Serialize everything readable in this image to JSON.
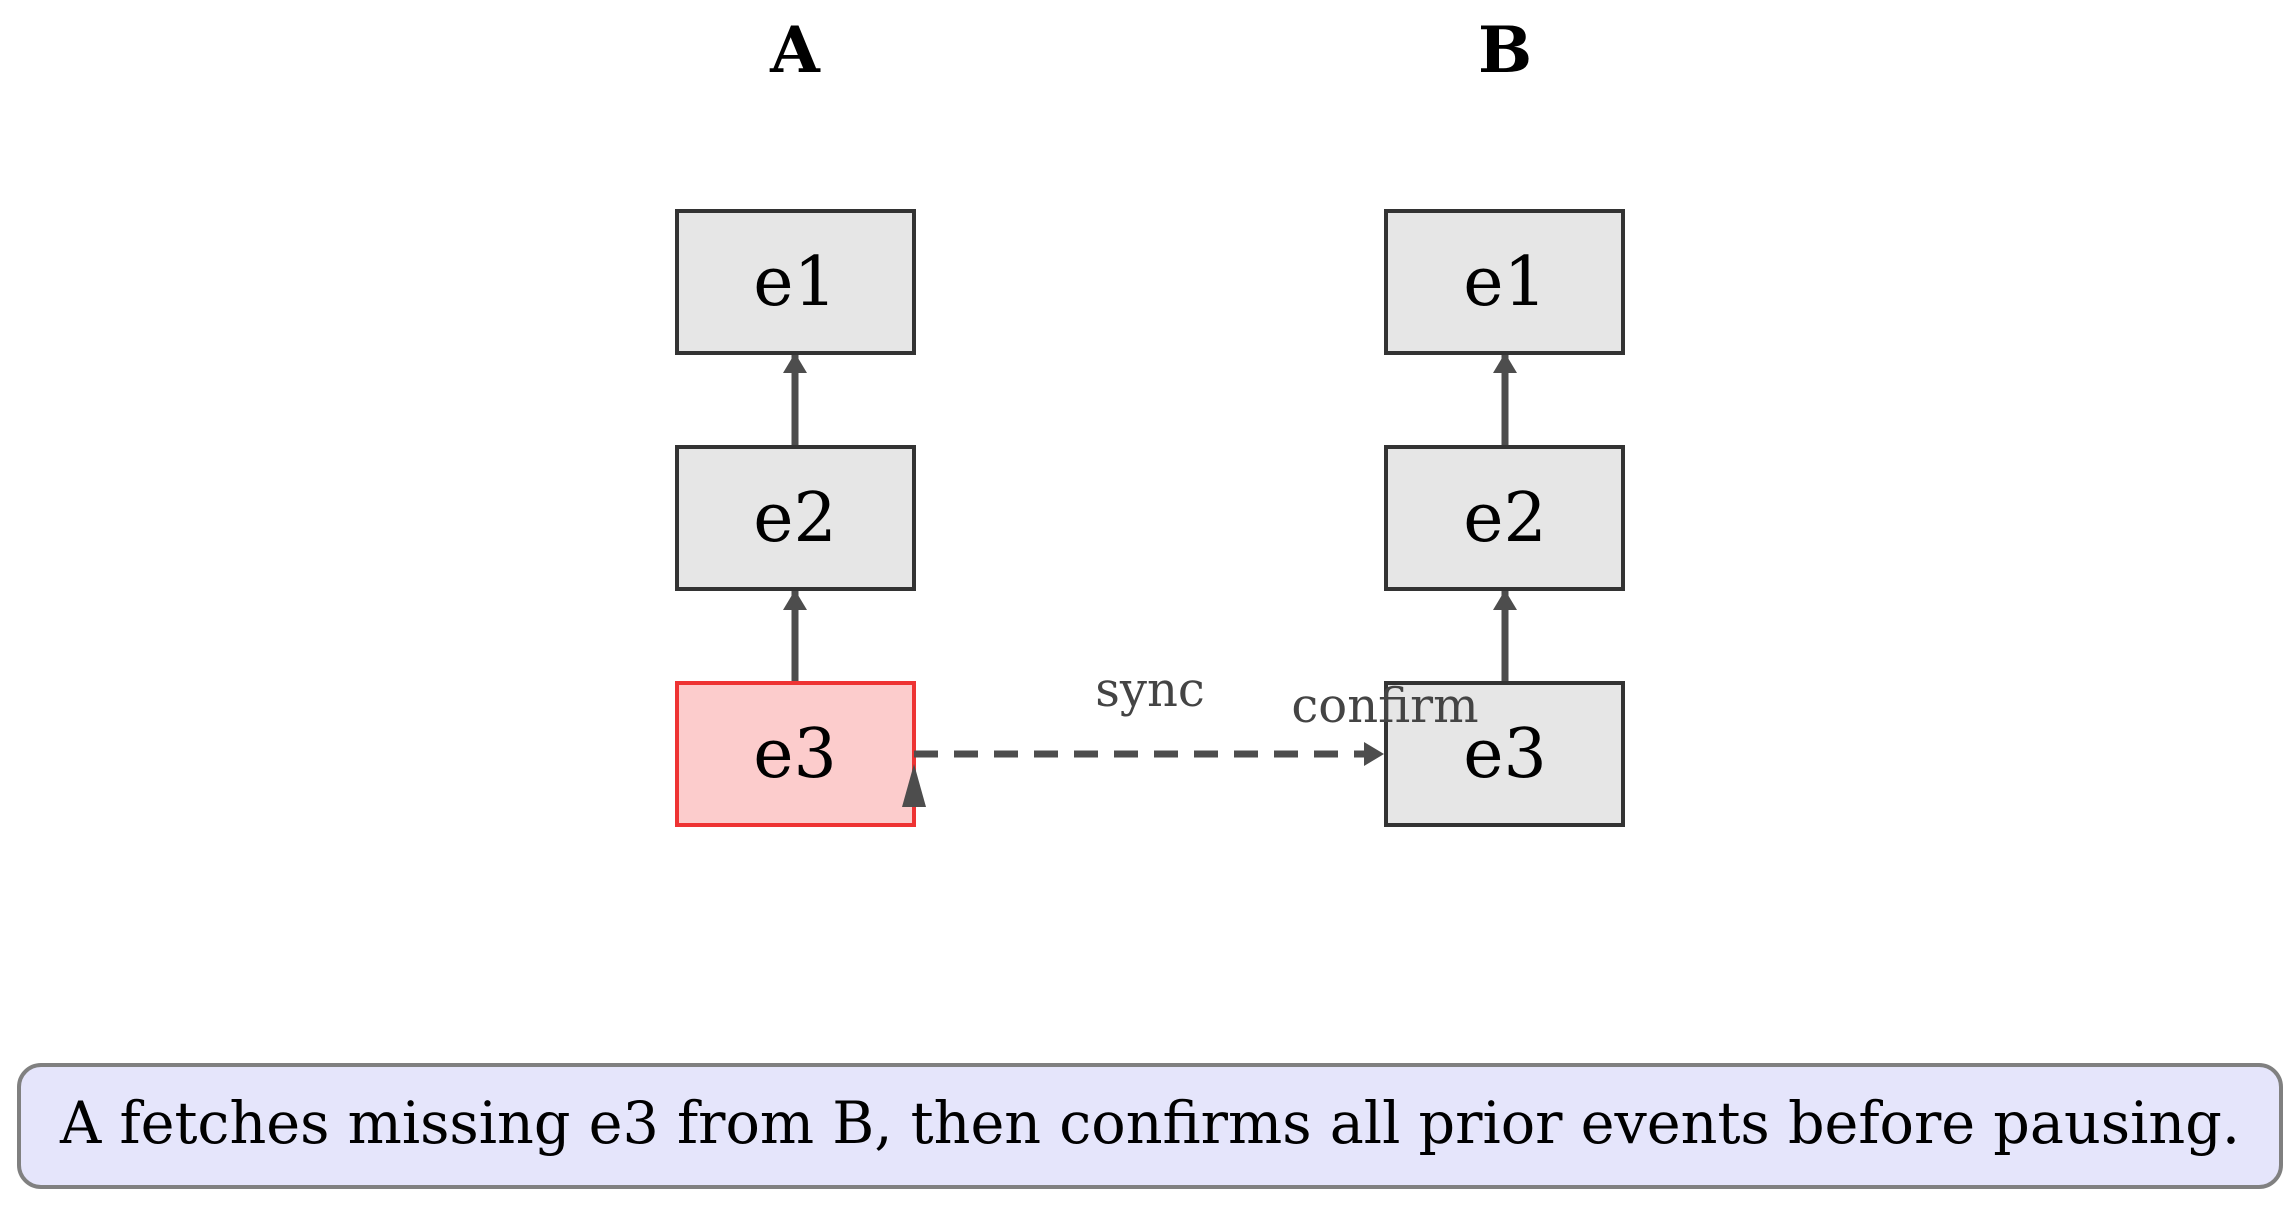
{
  "columns": [
    {
      "title": "A",
      "nodes": [
        {
          "label": "e1",
          "state": "normal"
        },
        {
          "label": "e2",
          "state": "normal"
        },
        {
          "label": "e3",
          "state": "missing"
        }
      ]
    },
    {
      "title": "B",
      "nodes": [
        {
          "label": "e1",
          "state": "normal"
        },
        {
          "label": "e2",
          "state": "normal"
        },
        {
          "label": "e3",
          "state": "normal"
        }
      ]
    }
  ],
  "edges": {
    "sync_label": "sync",
    "confirm_label": "confirm"
  },
  "caption": "A fetches missing e3 from B, then confirms all prior events before pausing.",
  "colors": {
    "node_fill": "#e6e6e6",
    "node_stroke": "#333333",
    "missing_fill": "#fccccc",
    "missing_stroke": "#ee3333",
    "arrow": "#4d4d4d",
    "caption_fill": "#e5e5fb",
    "caption_stroke": "#808080"
  }
}
